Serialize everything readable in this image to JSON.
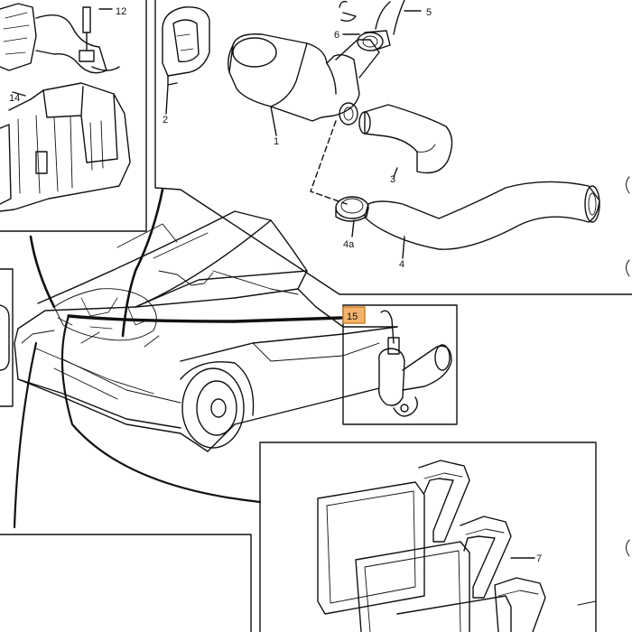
{
  "diagram": {
    "callouts": {
      "c1": "1",
      "c2": "2",
      "c3": "3",
      "c4": "4",
      "c4a": "4a",
      "c5": "5",
      "c6": "6",
      "c7": "7",
      "c12": "12",
      "c14": "14",
      "c15": "15"
    },
    "highlight_color": "#f6b26b",
    "line_color": "#111111"
  }
}
